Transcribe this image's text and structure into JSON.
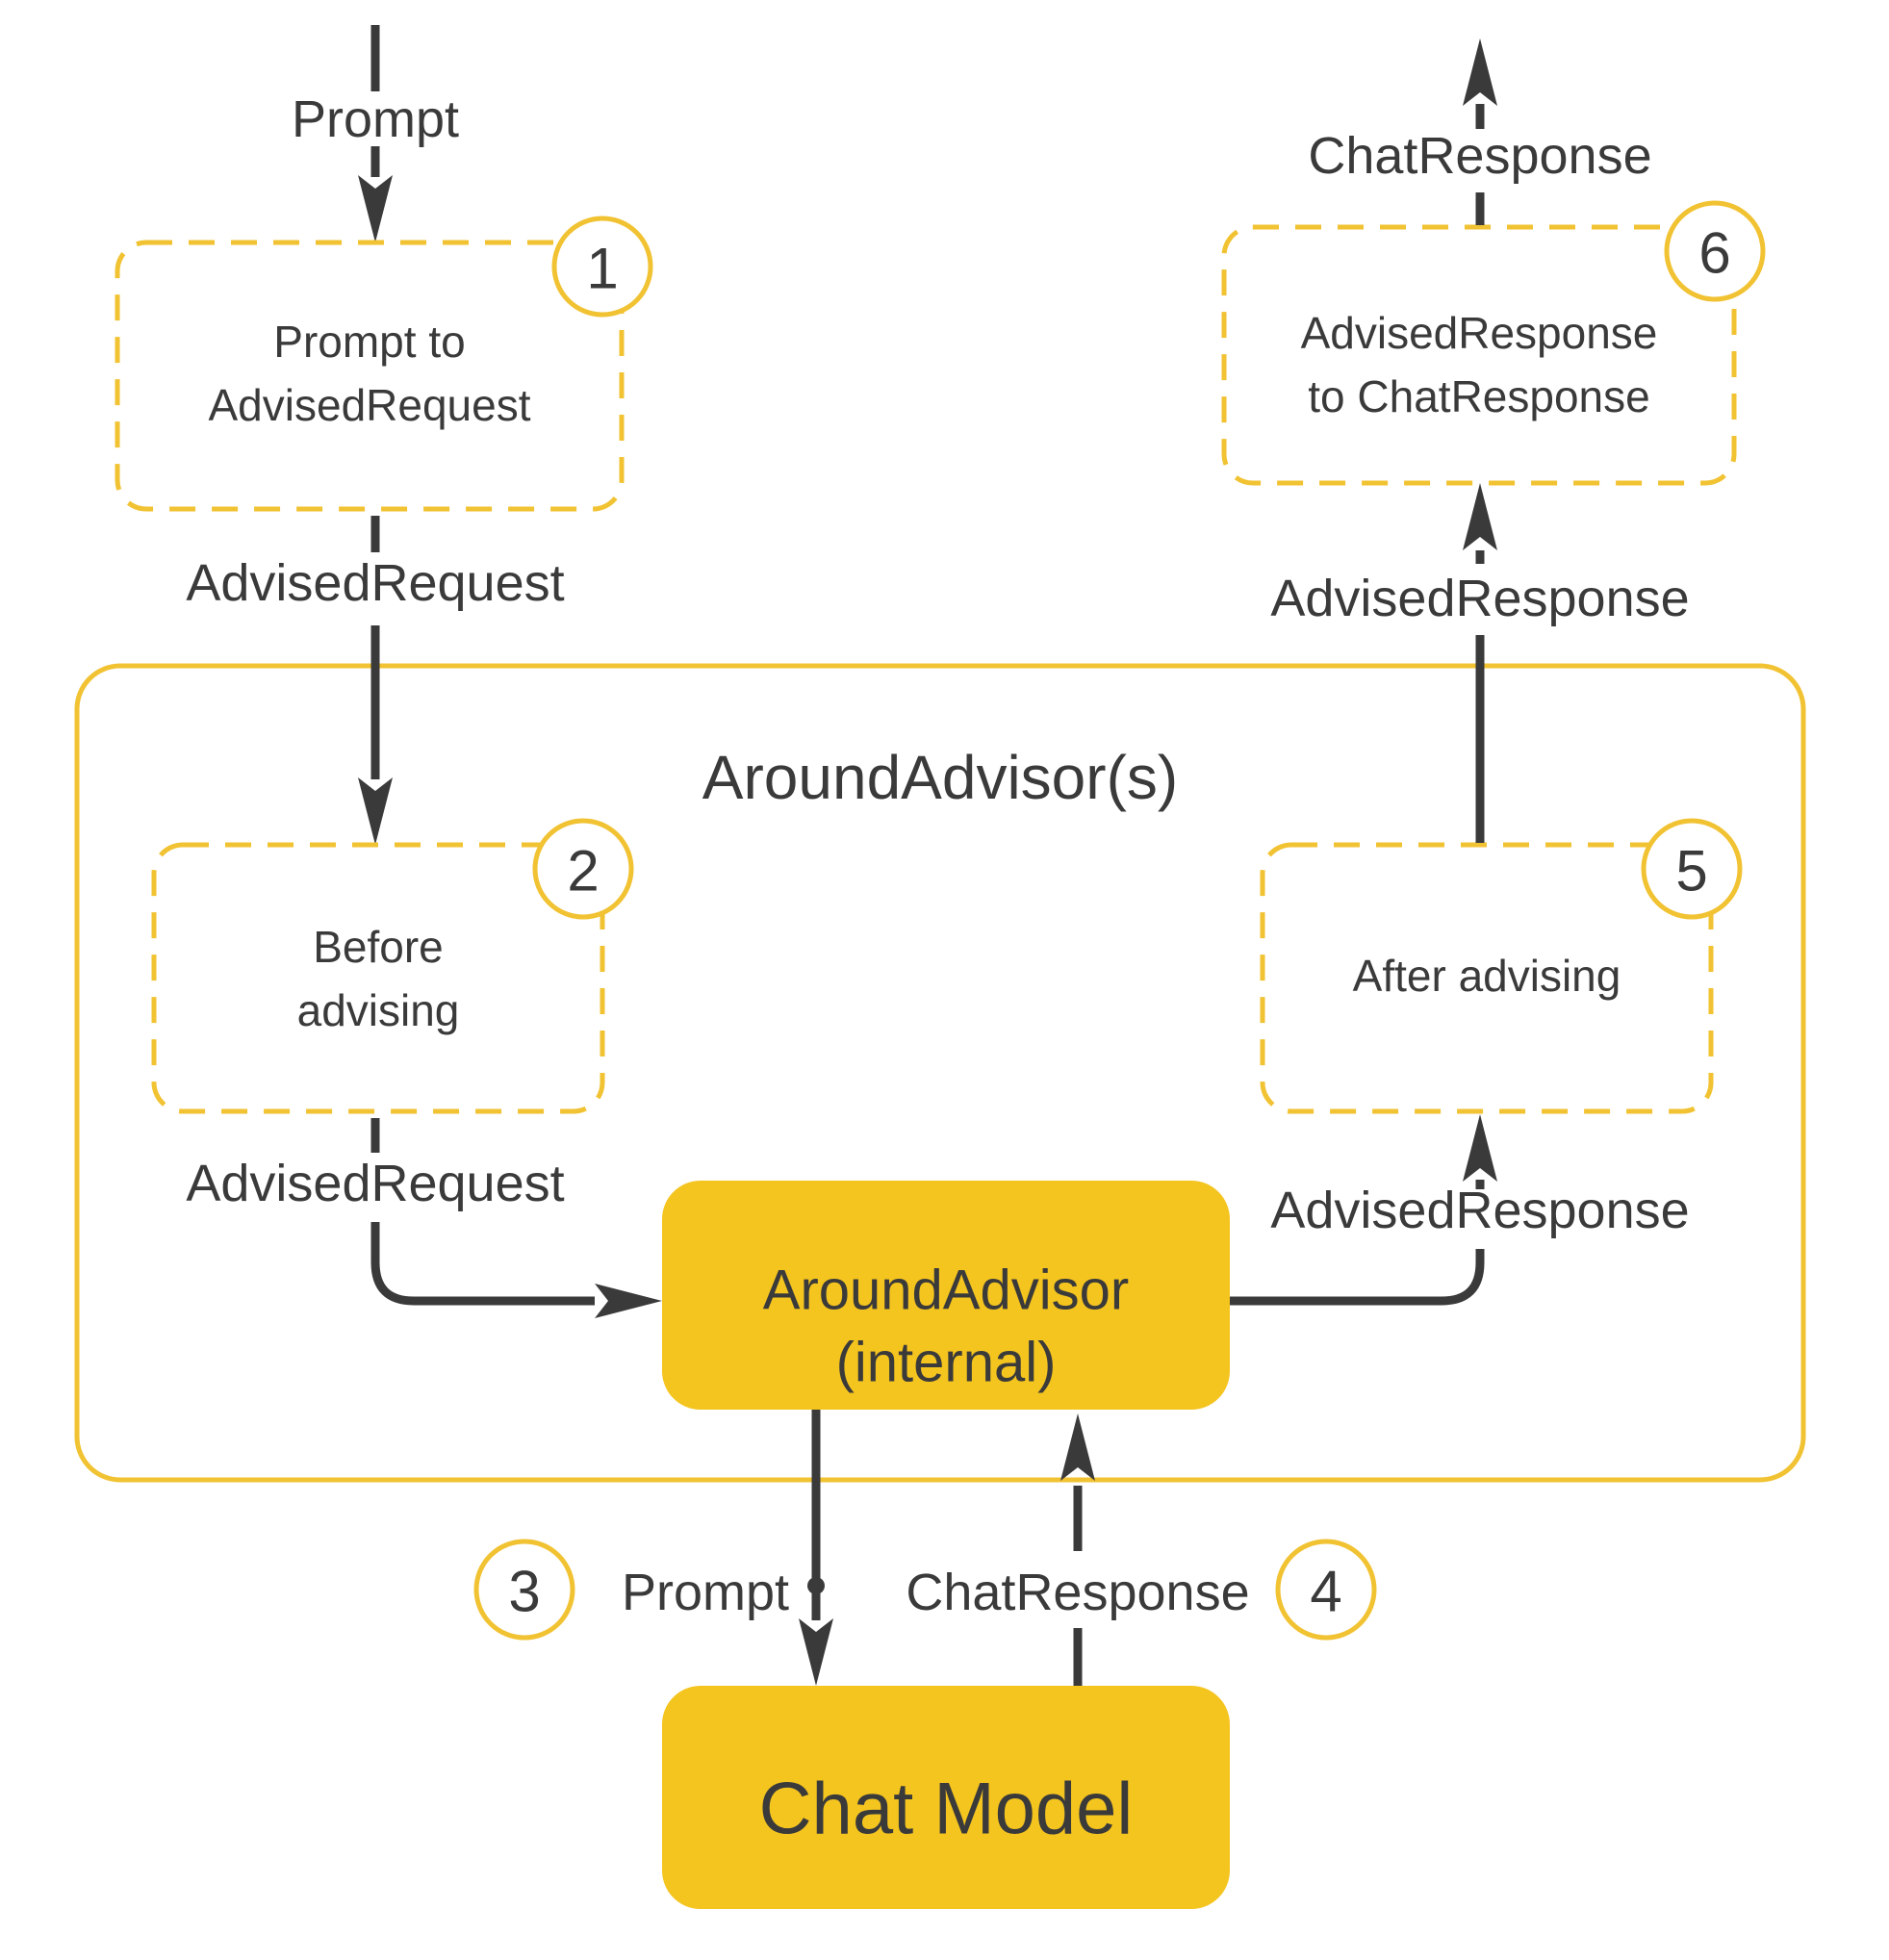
{
  "colors": {
    "gold": "#F1C232",
    "gold_fill": "#F4C41F",
    "ink": "#3A3A3A",
    "background": "#FFFFFF"
  },
  "container": {
    "title": "AroundAdvisor(s)"
  },
  "badges": {
    "step1": "1",
    "step2": "2",
    "step3": "3",
    "step4": "4",
    "step5": "5",
    "step6": "6"
  },
  "boxes": {
    "prompt_to_advised_request": {
      "line1": "Prompt to",
      "line2": "AdvisedRequest"
    },
    "before_advising": {
      "line1": "Before",
      "line2": "advising"
    },
    "after_advising": {
      "line1": "After advising"
    },
    "advised_response_to_chat_response": {
      "line1": "AdvisedResponse",
      "line2": "to ChatResponse"
    },
    "around_advisor_internal": {
      "line1": "AroundAdvisor",
      "line2": "(internal)"
    },
    "chat_model": {
      "line1": "Chat Model"
    }
  },
  "edge_labels": {
    "prompt_in": "Prompt",
    "advised_request_outer": "AdvisedRequest",
    "advised_request_inner": "AdvisedRequest",
    "prompt_to_model": "Prompt",
    "chat_response_from_model": "ChatResponse",
    "advised_response_inner": "AdvisedResponse",
    "advised_response_outer": "AdvisedResponse",
    "chat_response_out": "ChatResponse"
  }
}
